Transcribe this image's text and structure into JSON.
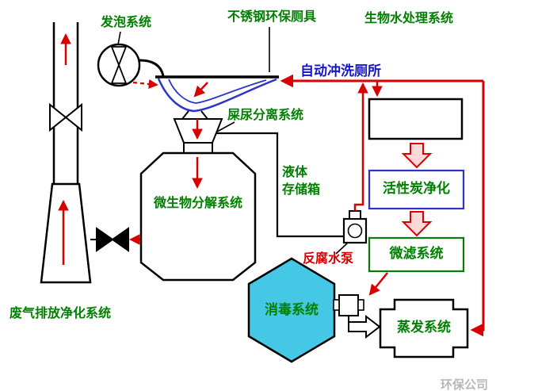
{
  "diagram": {
    "labels": {
      "foam_system": "发泡系统",
      "toilet_fixture": "不锈钢环保厕具",
      "bio_water_treatment": "生物水处理系统",
      "auto_flush": "自动冲洗厕所",
      "separation_system": "屎尿分离系统",
      "microbial_decomposition": "微生物分解系统",
      "liquid_storage_line1": "液体",
      "liquid_storage_line2": "存储箱",
      "activated_carbon": "活性炭净化",
      "micro_filter": "微滤系统",
      "anticorrosion_pump": "反腐水泵",
      "disinfection": "消毒系统",
      "evaporation": "蒸发系统",
      "exhaust_purification": "废气排放净化系统"
    },
    "watermark": "环保公司",
    "colors": {
      "label_green": "#008000",
      "flush_blue": "#1515c8",
      "flow_red": "#d90000",
      "hexagon_cyan": "#45c8e6",
      "carbon_box_blue": "#2b35c8",
      "filter_box_green": "#0a7a0a",
      "diagram_black": "#000000",
      "watermark_gray": "#b8b8b8"
    }
  }
}
